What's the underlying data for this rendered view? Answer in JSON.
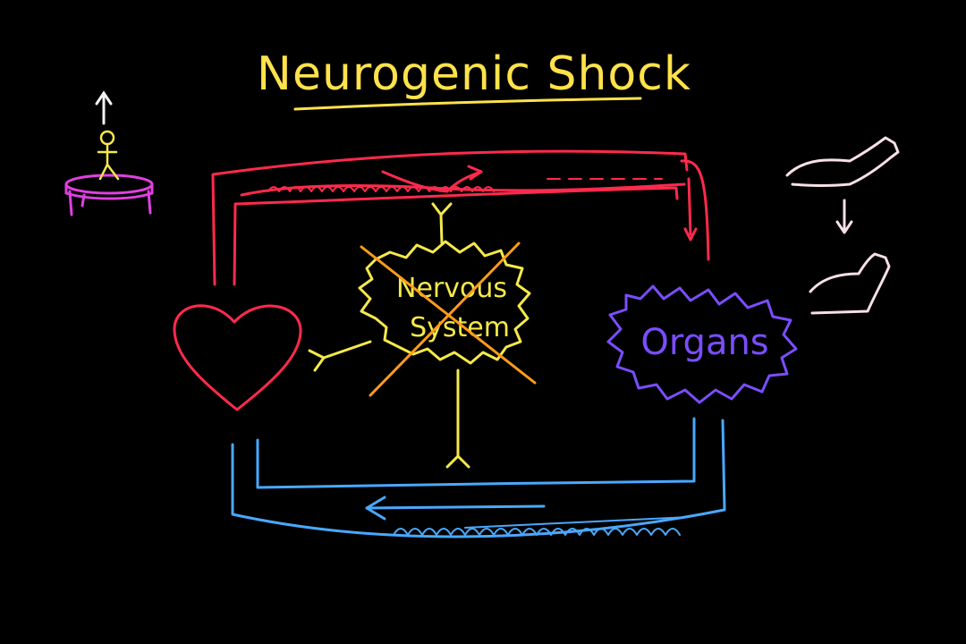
{
  "diagram": {
    "title": "Neurogenic Shock",
    "nervous_system_line1": "Nervous",
    "nervous_system_line2": "System",
    "organs_label": "Organs"
  },
  "colors": {
    "background": "#000000",
    "title": "#ffe24a",
    "arteries": "#ff2a4d",
    "veins": "#4aa8ff",
    "heart": "#ff2a4d",
    "nervous_system": "#f5e94a",
    "cross_out": "#ff9c1a",
    "organs": "#7a4dff",
    "trampoline": "#e040e0",
    "stick_figure": "#f5e94a",
    "up_arrow": "#f2f2f2",
    "arm": "#f8dfe8"
  },
  "icons": [
    "trampoline-icon",
    "stick-figure-icon",
    "up-arrow-icon",
    "flexed-arm-icon",
    "relaxed-arm-icon",
    "down-arrow-icon",
    "heart-icon"
  ]
}
